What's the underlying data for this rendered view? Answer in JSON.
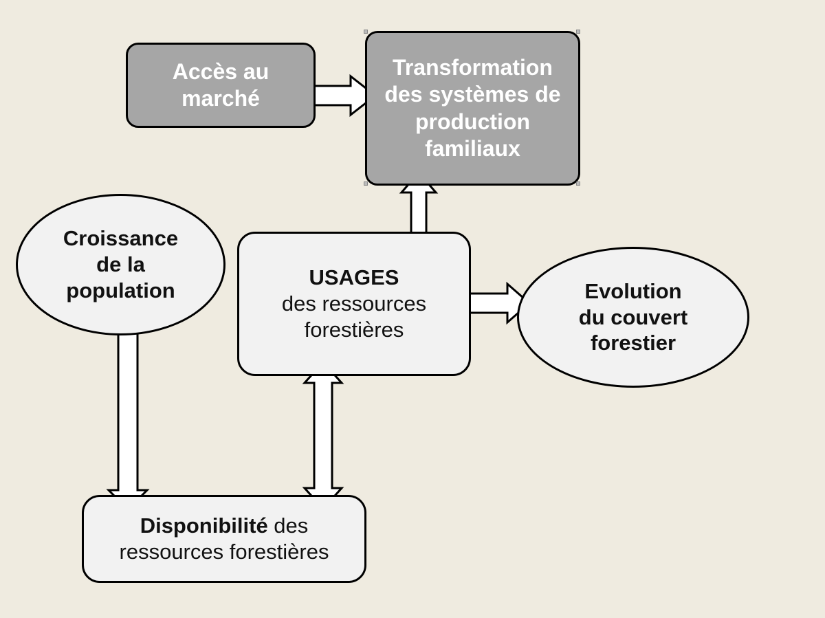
{
  "nodes": {
    "acces_marche": {
      "lines": [
        "Accès au",
        "marché"
      ]
    },
    "transformation": {
      "lines": [
        "Transformation",
        "des systèmes de",
        "production",
        "familiaux"
      ]
    },
    "croissance": {
      "lines": [
        "Croissance",
        "de la",
        "population"
      ]
    },
    "usages": {
      "title": "USAGES",
      "lines": [
        "des ressources",
        "forestières"
      ]
    },
    "evolution": {
      "lines": [
        "Evolution",
        "du couvert",
        "forestier"
      ]
    },
    "disponibilite": {
      "bold": "Disponibilité",
      "rest": " des",
      "line2": "ressources forestières"
    }
  },
  "colors": {
    "background": "#efebe0",
    "dark_box": "#a6a6a6",
    "light_box": "#f2f2f2",
    "arrow_fill": "#ffffff",
    "stroke": "#000000"
  }
}
